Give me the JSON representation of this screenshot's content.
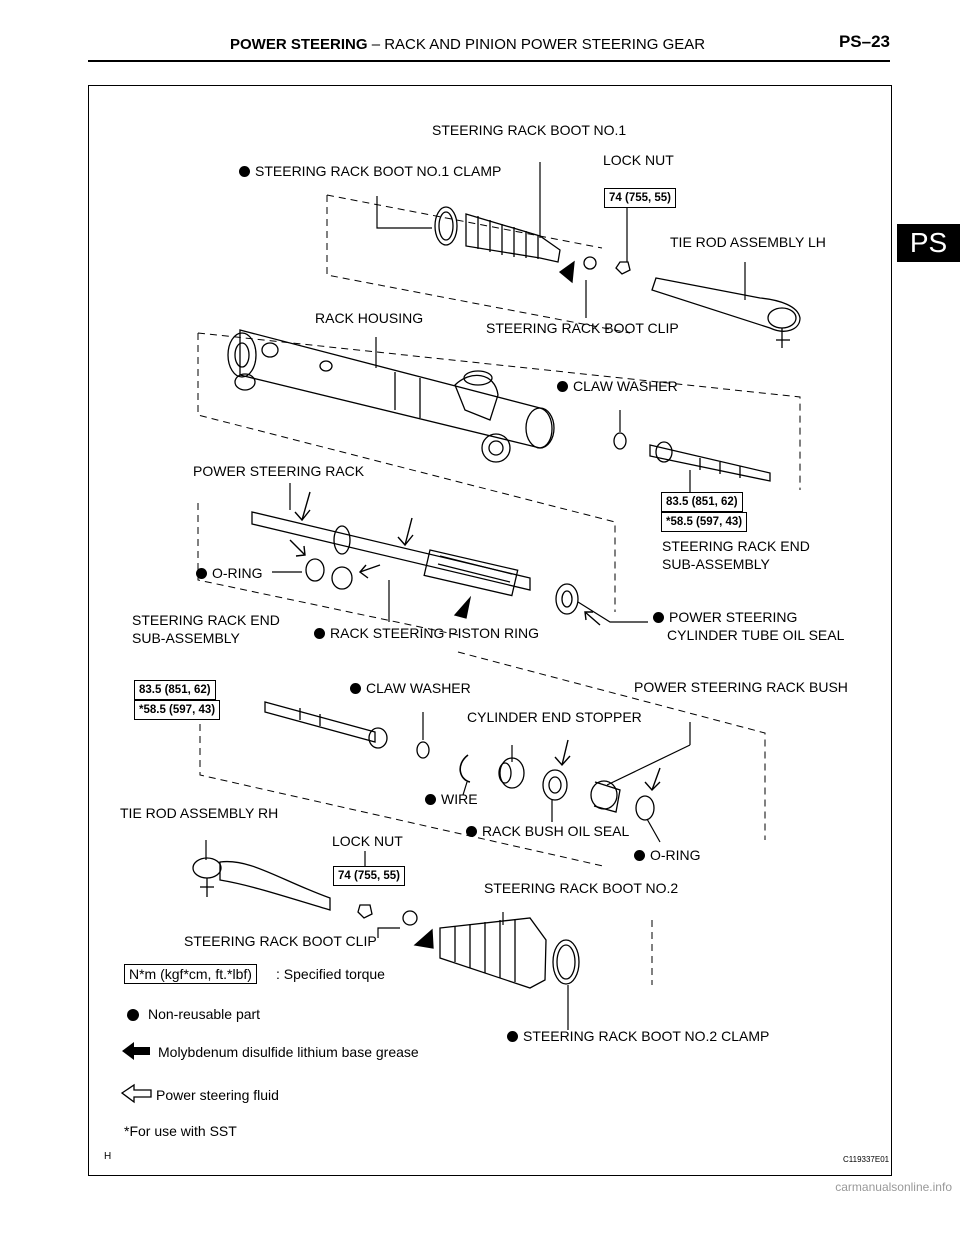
{
  "header": {
    "section": "POWER STEERING",
    "separator": "–",
    "subsection": "RACK AND PINION POWER STEERING GEAR",
    "page": "PS–23"
  },
  "tab": "PS",
  "labels": {
    "boot1": "STEERING RACK BOOT NO.1",
    "boot1_clamp": "STEERING RACK BOOT NO.1 CLAMP",
    "lock_nut_top": "LOCK NUT",
    "tie_rod_lh": "TIE ROD ASSEMBLY LH",
    "rack_housing": "RACK HOUSING",
    "boot_clip_top": "STEERING RACK BOOT CLIP",
    "claw_washer_top": "CLAW WASHER",
    "power_rack": "POWER STEERING RACK",
    "rack_end_right_1": "STEERING RACK END",
    "rack_end_right_2": "SUB-ASSEMBLY",
    "o_ring_top": "O-RING",
    "rack_end_left_1": "STEERING RACK END",
    "rack_end_left_2": "SUB-ASSEMBLY",
    "piston_ring": "RACK STEERING PISTON RING",
    "tube_seal_1": "POWER STEERING",
    "tube_seal_2": "CYLINDER TUBE OIL SEAL",
    "claw_washer_mid": "CLAW WASHER",
    "rack_bush": "POWER STEERING RACK BUSH",
    "cyl_stopper": "CYLINDER END STOPPER",
    "wire": "WIRE",
    "tie_rod_rh": "TIE ROD ASSEMBLY RH",
    "bush_seal": "RACK BUSH OIL SEAL",
    "lock_nut_bottom": "LOCK NUT",
    "o_ring_bottom": "O-RING",
    "boot2": "STEERING RACK BOOT NO.2",
    "boot_clip_bottom": "STEERING RACK BOOT CLIP",
    "boot2_clamp": "STEERING RACK BOOT NO.2 CLAMP"
  },
  "torques": {
    "t1": "74 (755, 55)",
    "t2a": "83.5 (851, 62)",
    "t2b": "*58.5 (597, 43)",
    "t3a": "83.5 (851, 62)",
    "t3b": "*58.5 (597, 43)",
    "t4": "74 (755, 55)"
  },
  "legend": {
    "unit": "N*m (kgf*cm, ft.*lbf)",
    "unit_desc": ": Specified torque",
    "non_reusable": "Non-reusable part",
    "grease": "Molybdenum disulfide lithium base grease",
    "fluid": "Power steering fluid",
    "sst": "*For use with SST"
  },
  "figure_code": "C119337E01",
  "footer_letter": "H",
  "watermark": "carmanualsonline.info"
}
